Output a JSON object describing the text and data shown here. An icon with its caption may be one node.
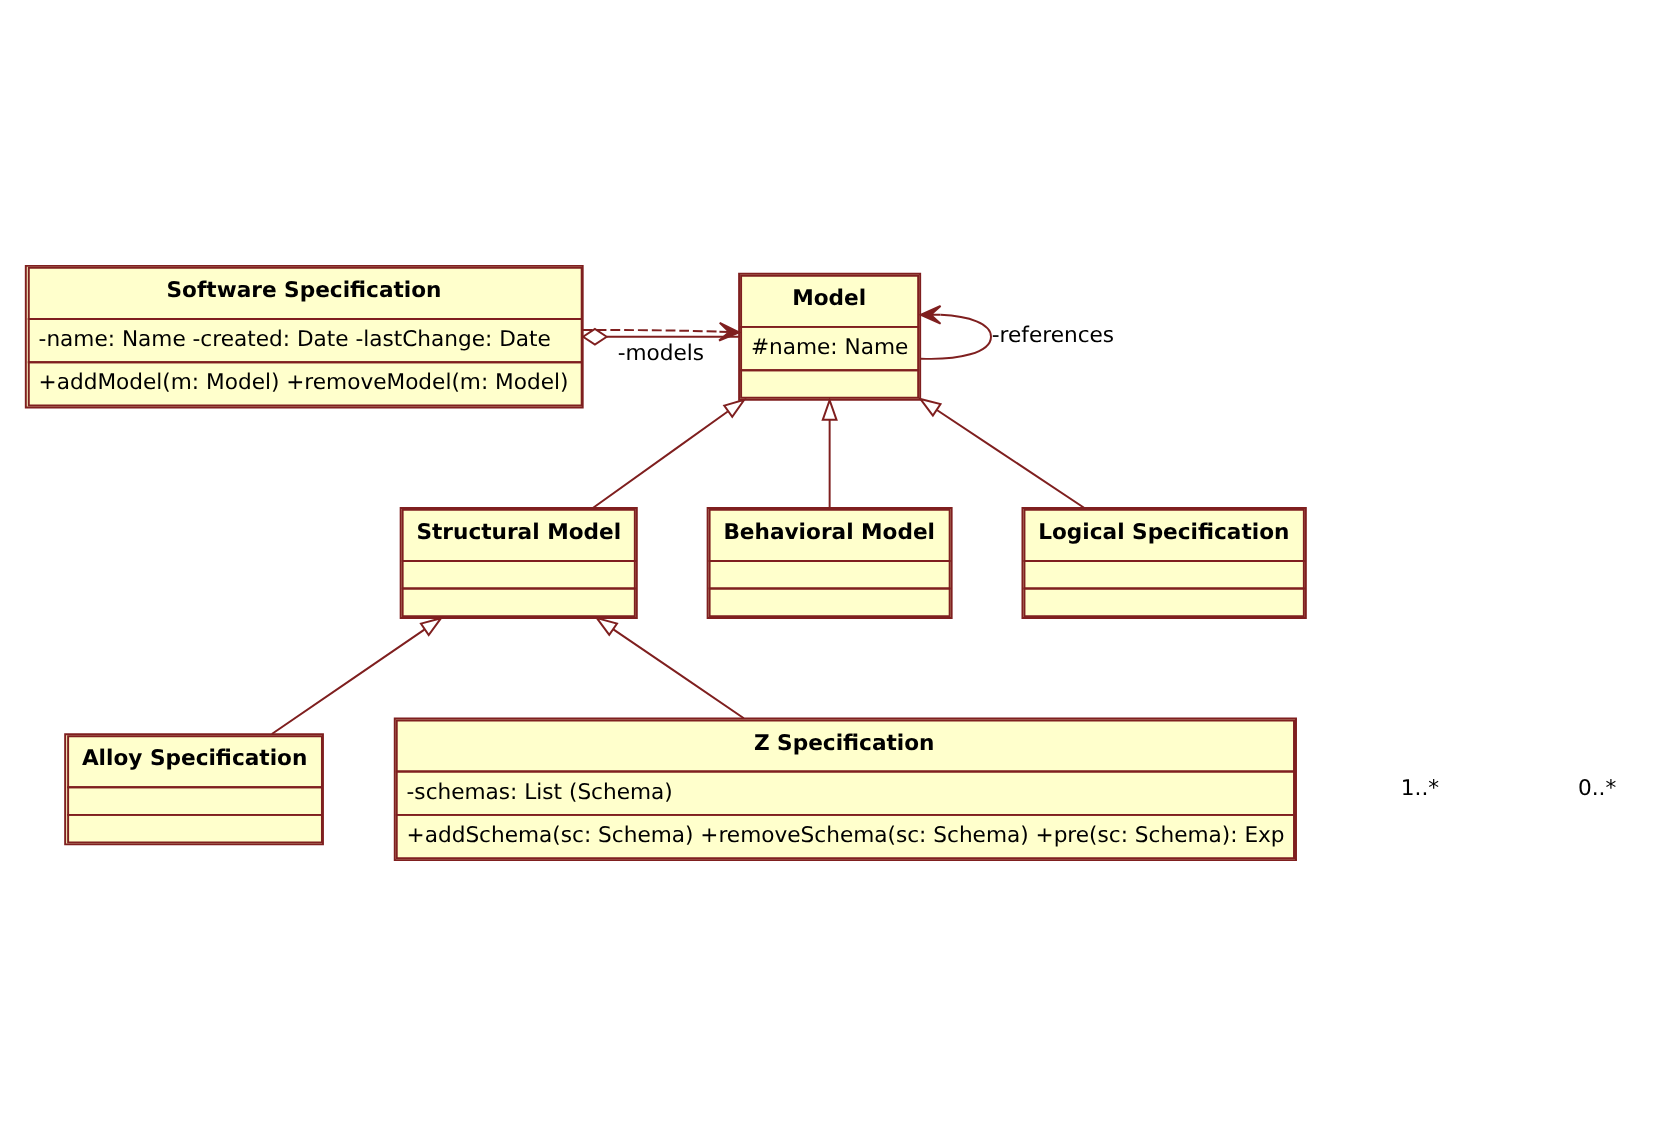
{
  "diagram": {
    "nodes": [
      {
        "text": [
          "Software Specification",
          "-name: Name -created: Date -lastChange: Date",
          "+addModel(m: Model) +removeModel(m: Model)"
        ]
      },
      {
        "text": [
          "Model",
          "#name: Name"
        ]
      },
      {
        "text": [
          "Structural Model"
        ]
      },
      {
        "text": [
          "Behavioral Model"
        ]
      },
      {
        "text": [
          "Logical Specification"
        ]
      },
      {
        "text": [
          "Alloy Specification"
        ]
      },
      {
        "text": [
          "Z Specification",
          "-schemas: List (Schema)",
          "+addSchema(sc: Schema) +removeSchema(sc: Schema) +pre(sc: Schema): Exp"
        ]
      }
    ],
    "edges": [
      {
        "from": 0,
        "to": 1,
        "arrow": "to",
        "style": "dashed"
      },
      {
        "from": 0,
        "to": 1,
        "arrow": "other",
        "label": "-models"
      },
      {
        "from": 1,
        "to": 1,
        "arrow": "to",
        "label": "-references"
      },
      {
        "from": 2,
        "to": 1,
        "arrow": "to"
      },
      {
        "from": 3,
        "to": 1,
        "arrow": "to"
      },
      {
        "from": 4,
        "to": 1,
        "arrow": "to"
      },
      {
        "from": 5,
        "to": 2,
        "arrow": "to"
      },
      {
        "from": 6,
        "to": 2,
        "arrow": "to"
      }
    ],
    "labels": [
      "1..*",
      "0..*"
    ]
  }
}
